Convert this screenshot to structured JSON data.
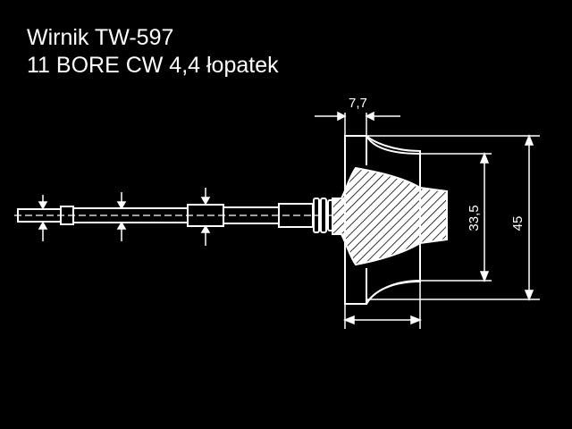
{
  "title": {
    "line1": "Wirnik TW-597",
    "line2": "11 BORE CW 4,4 łopatek"
  },
  "dimensions": {
    "blade_width": "7,7",
    "inner_diameter": "33,5",
    "outer_diameter": "45"
  },
  "colors": {
    "background": "#000000",
    "lines": "#ffffff",
    "hatch_fill": "#ffffff"
  }
}
